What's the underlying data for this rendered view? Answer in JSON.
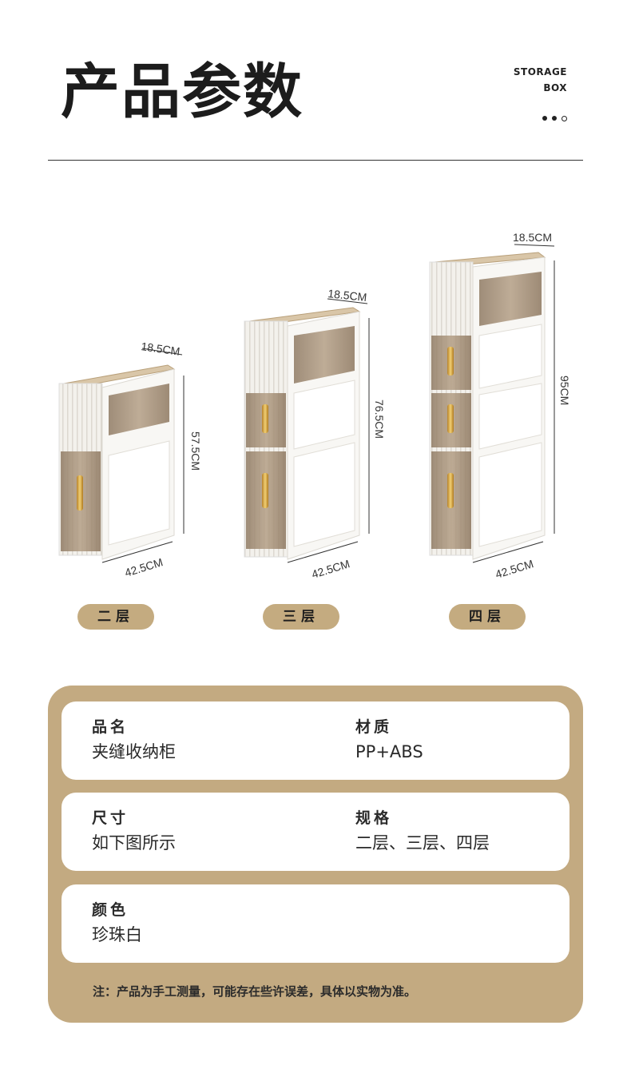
{
  "header": {
    "title": "产品参数",
    "brand_line1": "STORAGE",
    "brand_line2": "BOX"
  },
  "colors": {
    "accent": "#c3aa81",
    "cabinet_white": "#f7f6f3",
    "drawer_smoke": "#a08a72",
    "handle_gold": "#d4a340"
  },
  "models": [
    {
      "label": "二层",
      "top_width": "18.5CM",
      "height": "57.5CM",
      "depth": "42.5CM",
      "tiers": 2
    },
    {
      "label": "三层",
      "top_width": "18.5CM",
      "height": "76.5CM",
      "depth": "42.5CM",
      "tiers": 3
    },
    {
      "label": "四层",
      "top_width": "18.5CM",
      "height": "95CM",
      "depth": "42.5CM",
      "tiers": 4
    }
  ],
  "specs": {
    "name_label": "品名",
    "name_value": "夹缝收纳柜",
    "material_label": "材质",
    "material_value": "PP+ABS",
    "size_label": "尺寸",
    "size_value": "如下图所示",
    "spec_label": "规格",
    "spec_value": "二层、三层、四层",
    "color_label": "颜色",
    "color_value": "珍珠白"
  },
  "note": "注：产品为手工测量，可能存在些许误差，具体以实物为准。"
}
